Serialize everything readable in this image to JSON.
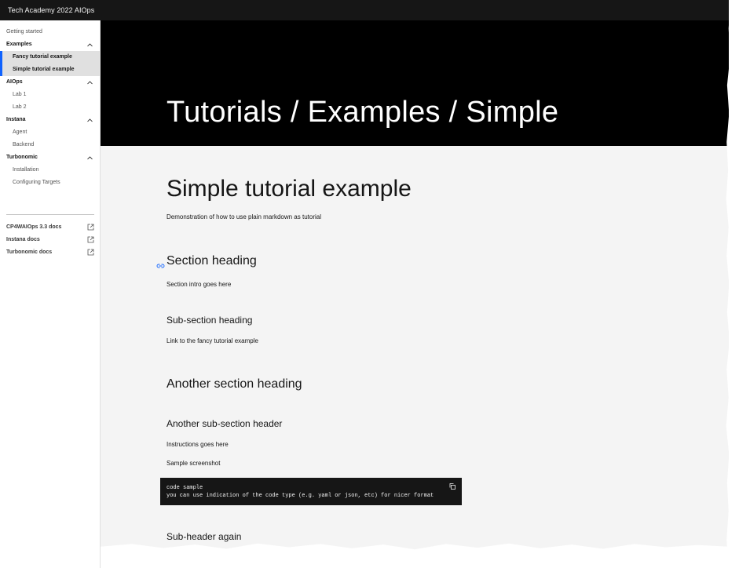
{
  "header": {
    "title": "Tech Academy 2022 AIOps"
  },
  "sidebar": {
    "items": [
      {
        "label": "Getting started"
      },
      {
        "label": "Examples",
        "children": [
          {
            "label": "Fancy tutorial example"
          },
          {
            "label": "Simple tutorial example"
          }
        ]
      },
      {
        "label": "AIOps",
        "children": [
          {
            "label": "Lab 1"
          },
          {
            "label": "Lab 2"
          }
        ]
      },
      {
        "label": "Instana",
        "children": [
          {
            "label": "Agent"
          },
          {
            "label": "Backend"
          }
        ]
      },
      {
        "label": "Turbonomic",
        "children": [
          {
            "label": "Installation"
          },
          {
            "label": "Configuring Targets"
          }
        ]
      }
    ],
    "external_links": [
      {
        "label": "CP4WAIOps 3.3 docs",
        "icon": "launch-icon"
      },
      {
        "label": "Instana docs",
        "icon": "launch-icon"
      },
      {
        "label": "Turbonomic docs",
        "icon": "launch-icon"
      }
    ]
  },
  "hero": {
    "title": "Tutorials / Examples / Simple"
  },
  "content": {
    "page_title": "Simple tutorial example",
    "lead": "Demonstration of how to use plain markdown as tutorial",
    "section1": {
      "heading": "Section heading",
      "intro": "Section intro goes here"
    },
    "subsection1": {
      "heading": "Sub-section heading",
      "text": "Link to the fancy tutorial example"
    },
    "section2": {
      "heading": "Another section heading"
    },
    "subsection2": {
      "heading": "Another sub-section header",
      "text1": "Instructions goes here",
      "text2": "Sample screenshot"
    },
    "code": {
      "line1": "code sample",
      "line2": "you can use indication of the code type (e.g. yaml or json, etc) for nicer format"
    },
    "subsection3": {
      "heading": "Sub-header again"
    }
  },
  "colors": {
    "accent": "#0f62fe",
    "header_bg": "#161616",
    "hero_bg": "#000000",
    "content_bg": "#f4f4f4"
  }
}
